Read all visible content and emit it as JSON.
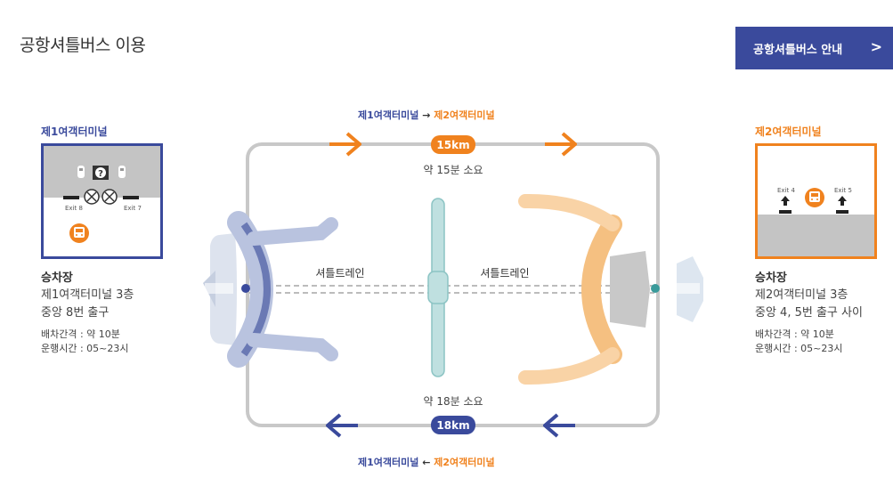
{
  "header": {
    "title": "공항셔틀버스 이용",
    "guide_button": "공항셔틀버스 안내",
    "guide_chevron": ">"
  },
  "colors": {
    "t1_blue": "#3a4a9c",
    "t2_orange": "#f0821e",
    "road_gray": "#c8c8c8",
    "rail_teal": "#bfe0e0"
  },
  "terminal1": {
    "title": "제1여객터미널",
    "exit_left": "Exit 8",
    "exit_right": "Exit 7",
    "stop_title": "승차장",
    "stop_location": "제1여객터미널 3층",
    "stop_exit": "중앙 8번 출구",
    "interval": "배차간격 : 약 10분",
    "hours": "운행시간 : 05~23시"
  },
  "terminal2": {
    "title": "제2여객터미널",
    "exit_left": "Exit 4",
    "exit_right": "Exit 5",
    "stop_title": "승차장",
    "stop_location": "제2여객터미널 3층",
    "stop_exit": "중앙 4, 5번 출구 사이",
    "interval": "배차간격 : 약 10분",
    "hours": "운행시간 : 05~23시"
  },
  "route_top": {
    "from": "제1여객터미널",
    "arrow": "→",
    "to": "제2여객터미널",
    "distance": "15km",
    "duration": "약 15분 소요"
  },
  "route_bottom": {
    "from": "제1여객터미널",
    "arrow": "←",
    "to": "제2여객터미널",
    "distance": "18km",
    "duration": "약 18분 소요"
  },
  "shuttle_train_left": "셔틀트레인",
  "shuttle_train_right": "셔틀트레인",
  "icons": [
    "bus-icon",
    "up-arrow-icon",
    "no-entry-icon",
    "question-icon",
    "airplane-icon"
  ]
}
